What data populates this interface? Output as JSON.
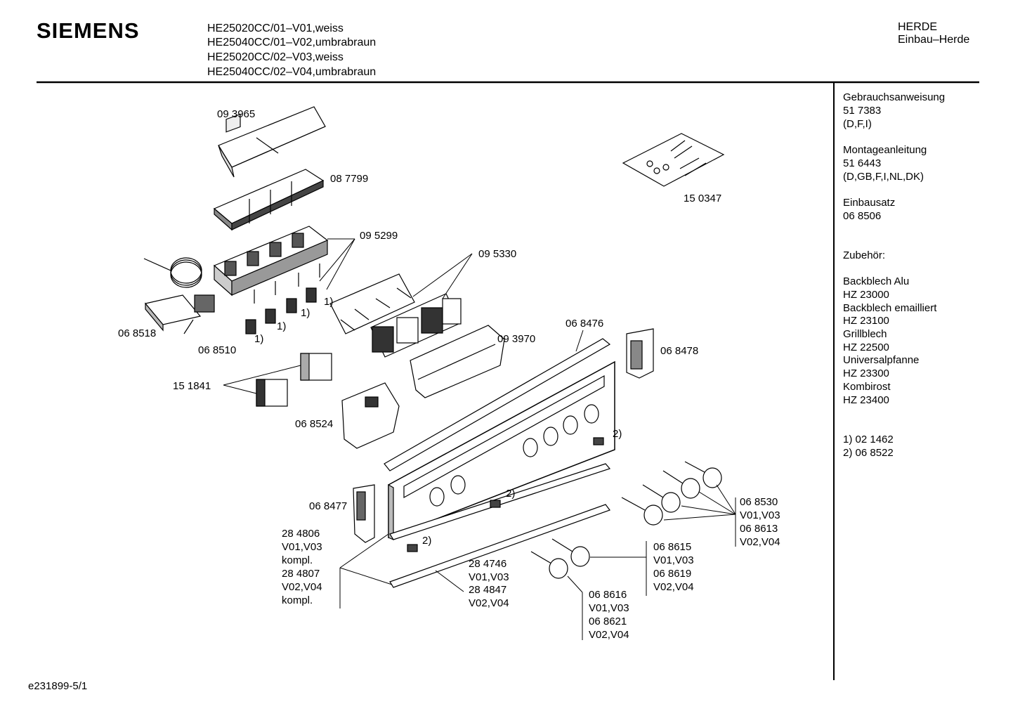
{
  "header": {
    "brand": "SIEMENS",
    "models": [
      "HE25020CC/01–V01,weiss",
      "HE25040CC/01–V02,umbrabraun",
      "HE25020CC/02–V03,weiss",
      "HE25040CC/02–V04,umbrabraun"
    ],
    "category": "HERDE",
    "subcategory": "Einbau–Herde"
  },
  "sidebar": {
    "manual_title": "Gebrauchsanweisung",
    "manual_number": "51 7383",
    "manual_langs": "(D,F,I)",
    "mounting_title": "Montageanleitung",
    "mounting_number": "51 6443",
    "mounting_langs": "(D,GB,F,I,NL,DK)",
    "kit_title": "Einbausatz",
    "kit_number": "06 8506",
    "accessories_title": "Zubehör:",
    "accessories": [
      "Backblech Alu",
      "HZ 23000",
      "Backblech emailliert",
      "HZ 23100",
      "Grillblech",
      "HZ 22500",
      "Universalpfanne",
      "HZ 23300",
      "Kombirost",
      "HZ 23400"
    ],
    "footnotes": [
      "1)  02 1462",
      "2)  06 8522"
    ]
  },
  "parts": {
    "p093965": "09 3965",
    "p087799": "08 7799",
    "p095299": "09 5299",
    "p095330": "09 5330",
    "p150347": "15 0347",
    "p068518": "06 8518",
    "p068510": "06 8510",
    "p151841": "15 1841",
    "p093970": "09 3970",
    "p068476": "06 8476",
    "p068478": "06 8478",
    "p068524": "06 8524",
    "p068477": "06 8477",
    "fn1": "1)",
    "fn2": "2)",
    "panel_group": [
      "28 4806",
      "V01,V03",
      "kompl.",
      "28 4807",
      "V02,V04",
      "kompl."
    ],
    "strip_group": [
      "28 4746",
      "V01,V03",
      "28 4847",
      "V02,V04"
    ],
    "knob_group_a": [
      "06 8530",
      "V01,V03",
      "06 8613",
      "V02,V04"
    ],
    "knob_group_b": [
      "06 8615",
      "V01,V03",
      "06 8619",
      "V02,V04"
    ],
    "knob_group_c": [
      "06 8616",
      "V01,V03",
      "06 8621",
      "V02,V04"
    ]
  },
  "footer": {
    "code": "e231899-5/1"
  }
}
